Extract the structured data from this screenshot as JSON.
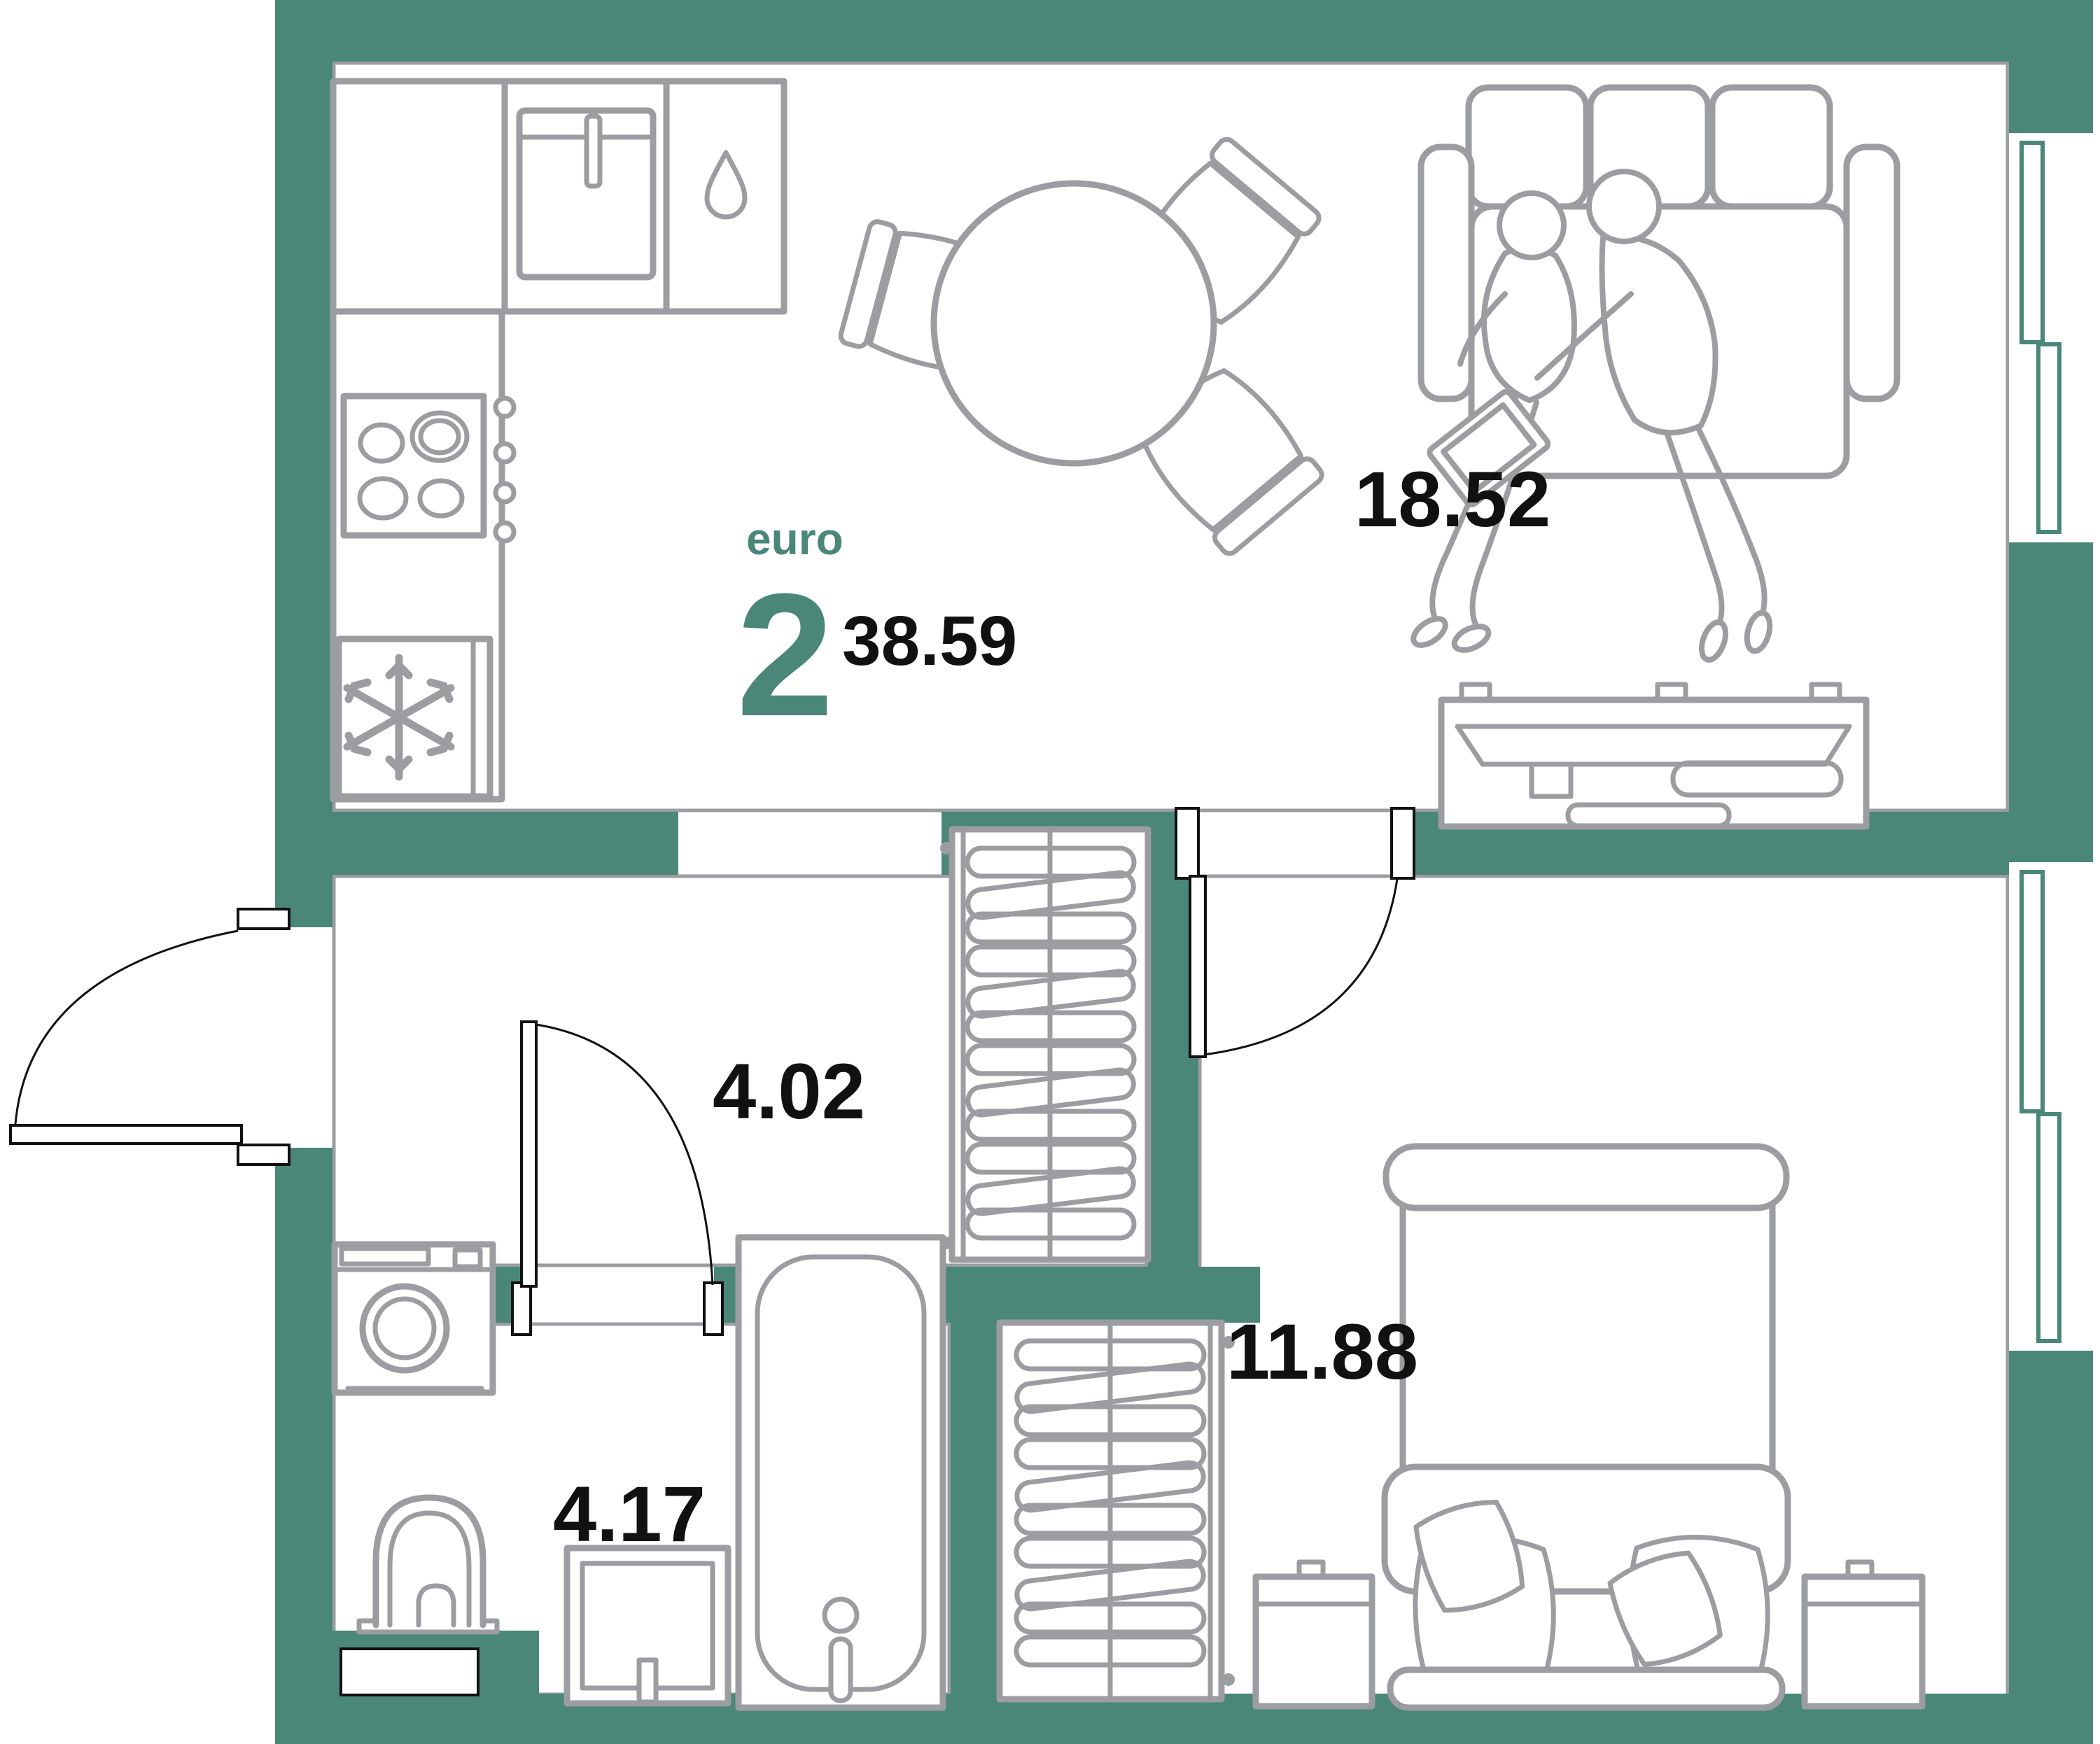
{
  "colors": {
    "wall": "#4A8779",
    "furniture": "#9B9DA1",
    "ink": "#111111",
    "accent": "#4A8779",
    "background": "#FFFFFF"
  },
  "plan": {
    "type": "apartment-floor-plan",
    "layout_name": "euro",
    "rooms_count": "2",
    "total_area": "38.59",
    "rooms": [
      {
        "name": "living-kitchen",
        "area": "18.52"
      },
      {
        "name": "hallway",
        "area": "4.02"
      },
      {
        "name": "bathroom",
        "area": "4.17"
      },
      {
        "name": "bedroom",
        "area": "11.88"
      }
    ],
    "icons": [
      "water-drop-icon",
      "sink-faucet-icon",
      "stove-burners-icon",
      "freezer-snowflake-icon",
      "dining-table-icon",
      "chair-icon",
      "sofa-icon",
      "couple-reading-icon",
      "tv-console-icon",
      "wardrobe-hangers-icon",
      "door-swing-icon",
      "window-icon",
      "washing-machine-icon",
      "toilet-icon",
      "bathroom-sink-icon",
      "bathtub-icon",
      "bed-icon",
      "pillow-icon",
      "nightstand-icon"
    ]
  }
}
